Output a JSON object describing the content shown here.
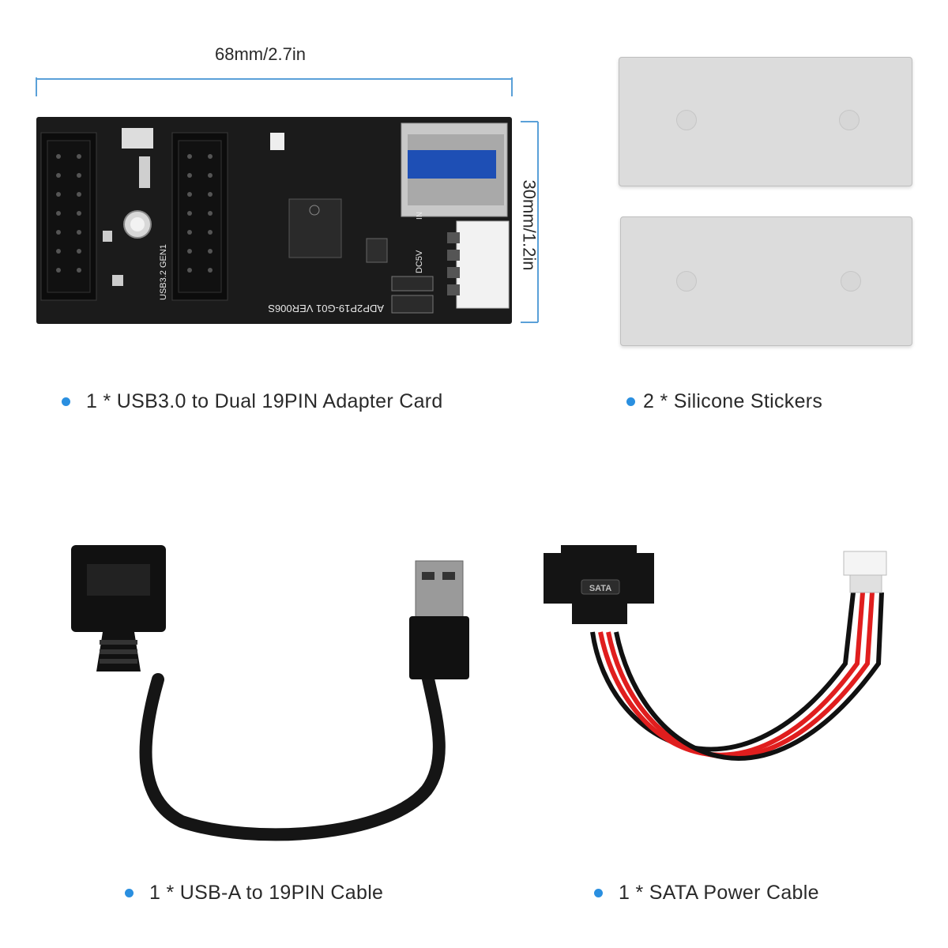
{
  "dimensions": {
    "width_label": "68mm/2.7in",
    "height_label": "30mm/1.2in",
    "line_color": "#5aa0d8"
  },
  "adapter_card": {
    "silkscreen_main": "ADP2P19-G01 VER006S",
    "silkscreen_usb": "USB3.2 GEN1",
    "silkscreen_power": "DC5V",
    "silkscreen_in": "IN"
  },
  "items": [
    {
      "qty": "1 *",
      "name": "USB3.0 to Dual 19PIN Adapter Card"
    },
    {
      "qty": "2 *",
      "name": "Silicone Stickers"
    },
    {
      "qty": "1 *",
      "name": "USB-A to 19PIN Cable"
    },
    {
      "qty": "1 *",
      "name": "SATA Power Cable"
    }
  ],
  "sata_label": "SATA",
  "colors": {
    "bullet": "#2a8fe0",
    "pcb": "#1a1a1a",
    "wire_red": "#e01e1e"
  }
}
